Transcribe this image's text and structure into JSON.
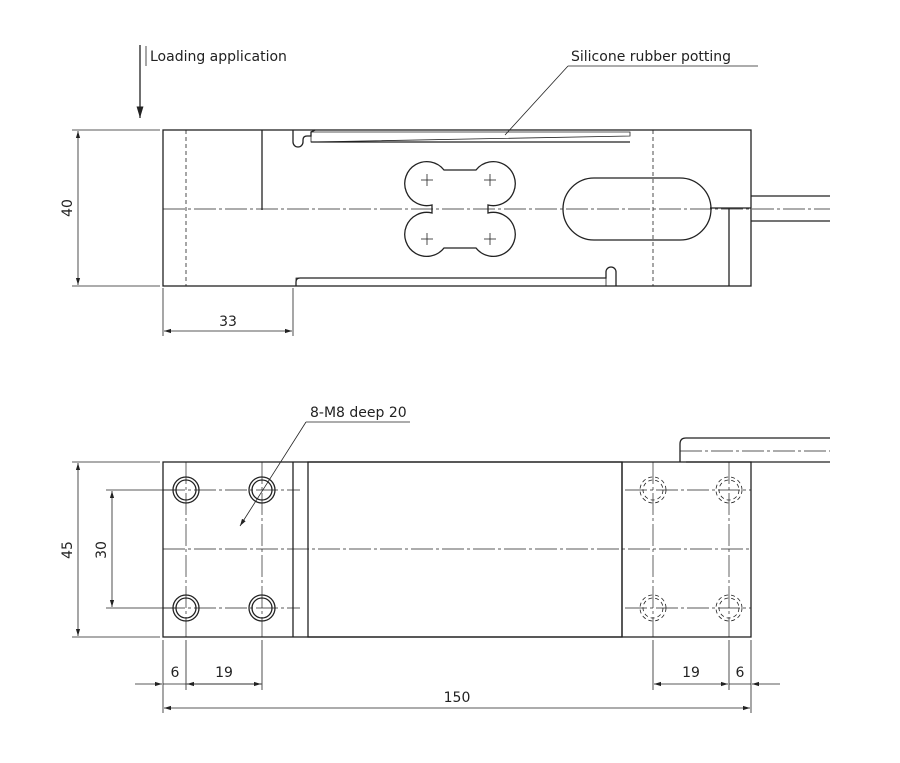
{
  "labels": {
    "loading": "Loading application",
    "potting": "Silicone rubber potting",
    "thread": "8-M8 deep 20"
  },
  "dimensions": {
    "height_top": "40",
    "offset_33": "33",
    "width_45": "45",
    "spacing_30": "30",
    "left_6": "6",
    "left_19": "19",
    "right_19": "19",
    "right_6": "6",
    "length_150": "150"
  }
}
